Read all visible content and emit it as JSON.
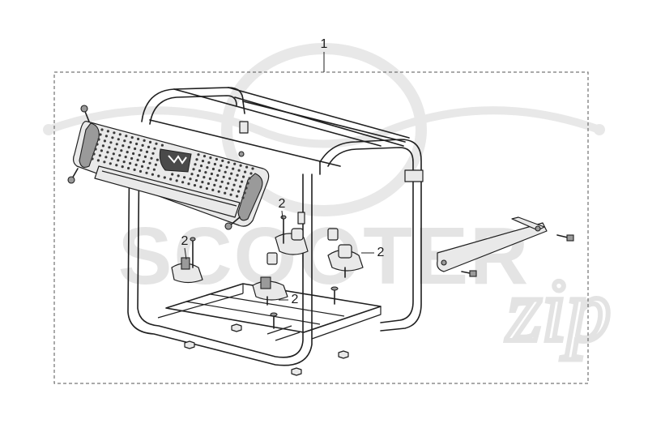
{
  "callouts": {
    "assembly": "1",
    "mount_a": "2",
    "mount_b": "2",
    "mount_c": "2",
    "mount_d": "2"
  },
  "watermark": {
    "brand": "SCOOTER",
    "script": "zip"
  },
  "colors": {
    "line": "#1f1f1f",
    "part_fill": "#e9e9e9",
    "watermark": "#e2e2e2",
    "border": "#555555"
  },
  "icons": {
    "logo_badge": "brand-logo-icon",
    "bolt": "bolt-icon",
    "nut": "nut-icon"
  }
}
